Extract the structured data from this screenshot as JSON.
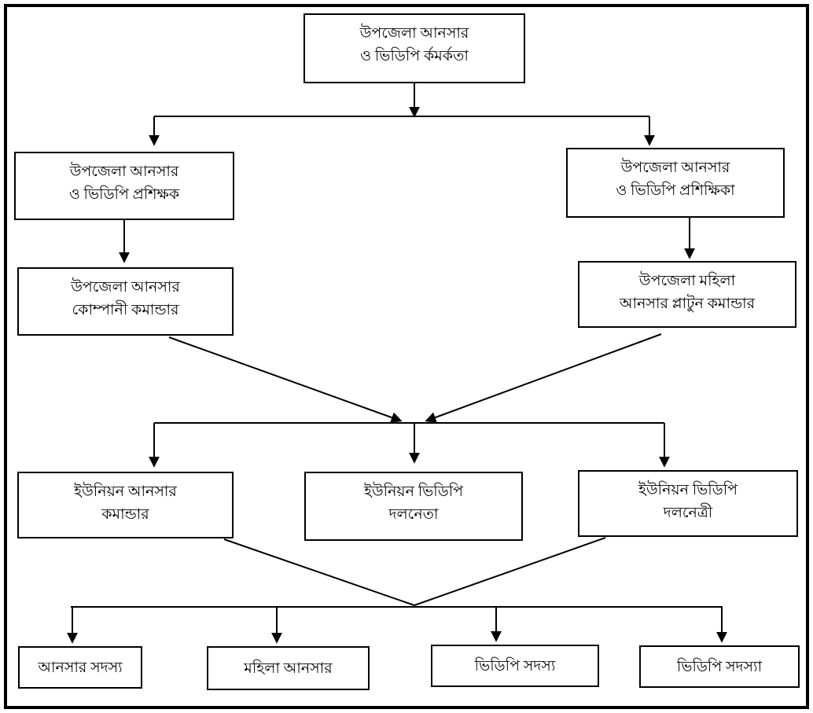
{
  "title": "Ansar VDP organogram",
  "colors": {
    "background": "#ffffff",
    "line": "#000000",
    "text": "#000000"
  },
  "boxes": {
    "officer": {
      "line1": "উপজেলা আনসার",
      "line2": "ও ভিডিপি র্কমর্কতা"
    },
    "instructor_male": {
      "line1": "উপজেলা আনসার",
      "line2": "ও ভিডিপি প্রশিক্ষক"
    },
    "instructor_female": {
      "line1": "উপজেলা আনসার",
      "line2": "ও ভিডিপি প্রশিক্ষিকা"
    },
    "company_commander": {
      "line1": "উপজেলা আনসার",
      "line2": "কোম্পানী কমান্ডার"
    },
    "platoon_commander": {
      "line1": "উপজেলা মহিলা",
      "line2": "আনসার প্লাটুন কমান্ডার"
    },
    "union_ansar_commander": {
      "line1": "ইউনিয়ন আনসার",
      "line2": "কমান্ডার"
    },
    "union_vdp_leader_male": {
      "line1": "ইউনিয়ন ভিডিপি",
      "line2": "দলনেতা"
    },
    "union_vdp_leader_female": {
      "line1": "ইউনিয়ন ভিডিপি",
      "line2": "দলনেত্রী"
    },
    "ansar_member": {
      "line1": "আনসার সদস্য"
    },
    "mohila_ansar": {
      "line1": "মহিলা আনসার"
    },
    "vdp_member_male": {
      "line1": "ভিডিপি সদস্য"
    },
    "vdp_member_female": {
      "line1": "ভিডিপি সদস্যা"
    }
  }
}
